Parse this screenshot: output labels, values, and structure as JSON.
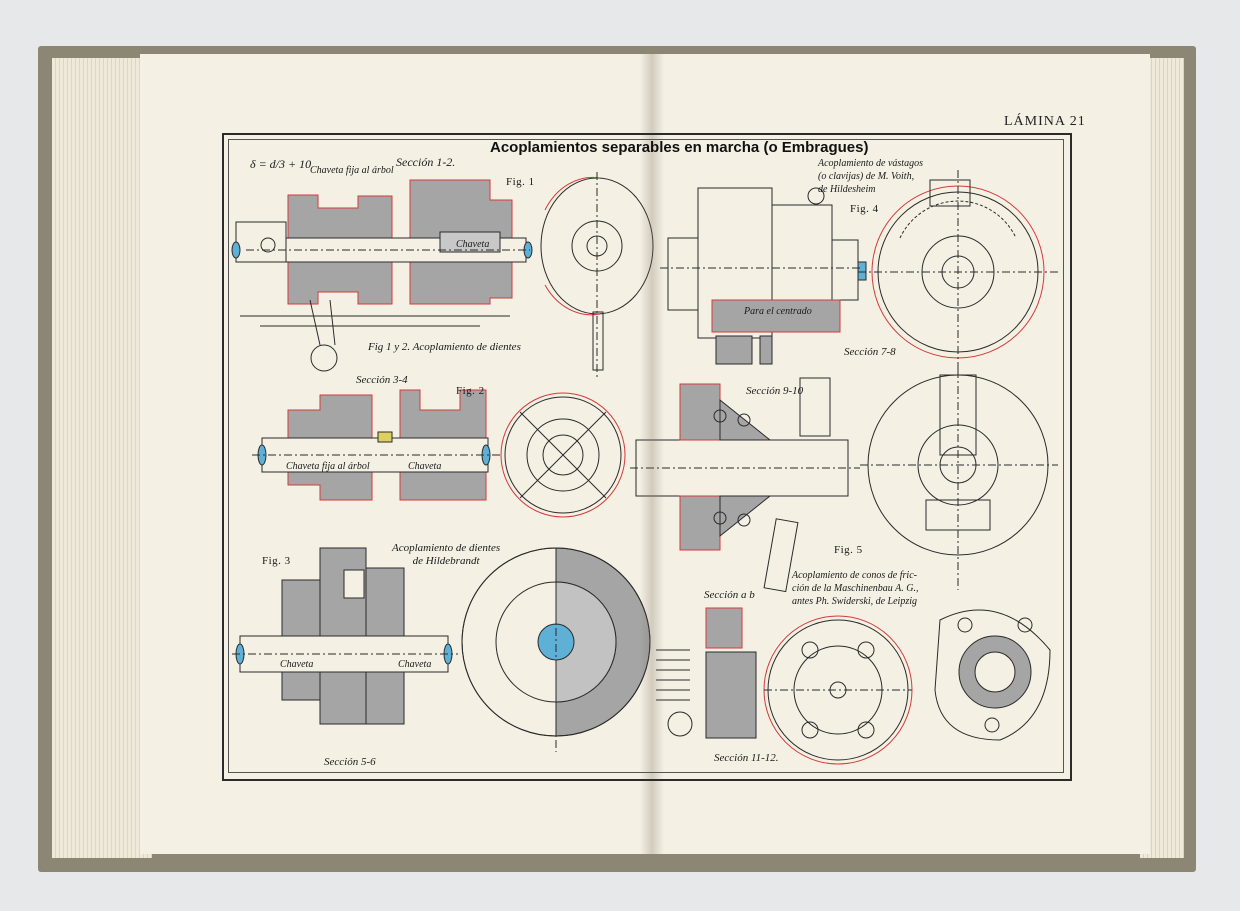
{
  "plate_number": "LÁMINA 21",
  "title": "Acoplamientos separables en marcha (o Embragues)",
  "labels": {
    "formula": "δ = d/3 + 10",
    "chaveta_fija_1": "Chaveta fija al árbol",
    "seccion_1_2": "Sección 1-2.",
    "fig1": "Fig. 1",
    "chaveta_1": "Chaveta",
    "fig1_caption": "Fig 1 y 2. Acoplamiento de dientes",
    "voith_desc": "Acoplamiento de vástagos\n(o clavijas) de M. Voith,\nde Hildesheim",
    "fig4": "Fig. 4",
    "para_el_centrado": "Para el centrado",
    "seccion_7_8": "Sección 7-8",
    "seccion_3_4": "Sección 3-4",
    "fig2": "Fig. 2",
    "chaveta_fija_2": "Chaveta fija al árbol",
    "chaveta_2": "Chaveta",
    "seccion_9_10": "Sección 9-10",
    "fig5": "Fig. 5",
    "fig3": "Fig. 3",
    "hildebrandt_desc": "Acoplamiento de dientes\nde Hildebrandt",
    "chaveta_3a": "Chaveta",
    "chaveta_3b": "Chaveta",
    "seccion_5_6": "Sección 5-6",
    "conos_desc": "Acoplamiento de conos de fric-\nción de la Maschinenbau A. G.,\nantes Ph. Swiderski, de Leipzig",
    "seccion_a_b": "Sección a b",
    "seccion_11_12": "Sección 11-12."
  },
  "colors": {
    "paper": "#f4f0e4",
    "section_fill": "#a3a3a3",
    "red_outline": "#d23a3a",
    "shaft_blue": "#5fb0d6",
    "ink": "#2a2a2a"
  }
}
